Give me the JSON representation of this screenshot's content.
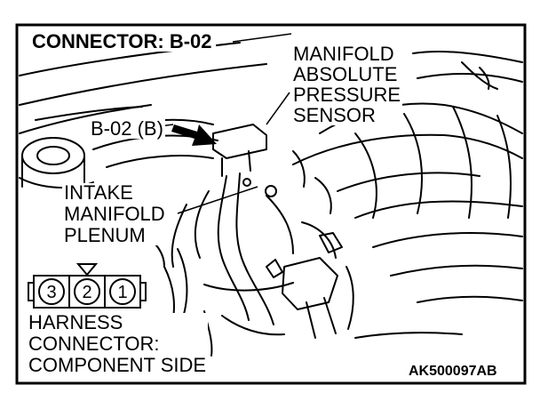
{
  "title": "CONNECTOR: B-02",
  "sensor_label": [
    "MANIFOLD",
    "ABSOLUTE",
    "PRESSURE",
    "SENSOR"
  ],
  "connector_label": "B-02 (B)",
  "plenum_label": [
    "INTAKE",
    "MANIFOLD",
    "PLENUM"
  ],
  "pins": [
    "3",
    "2",
    "1"
  ],
  "harness_label": [
    "HARNESS",
    "CONNECTOR:",
    "COMPONENT SIDE"
  ],
  "figure_code": "AK500097AB"
}
